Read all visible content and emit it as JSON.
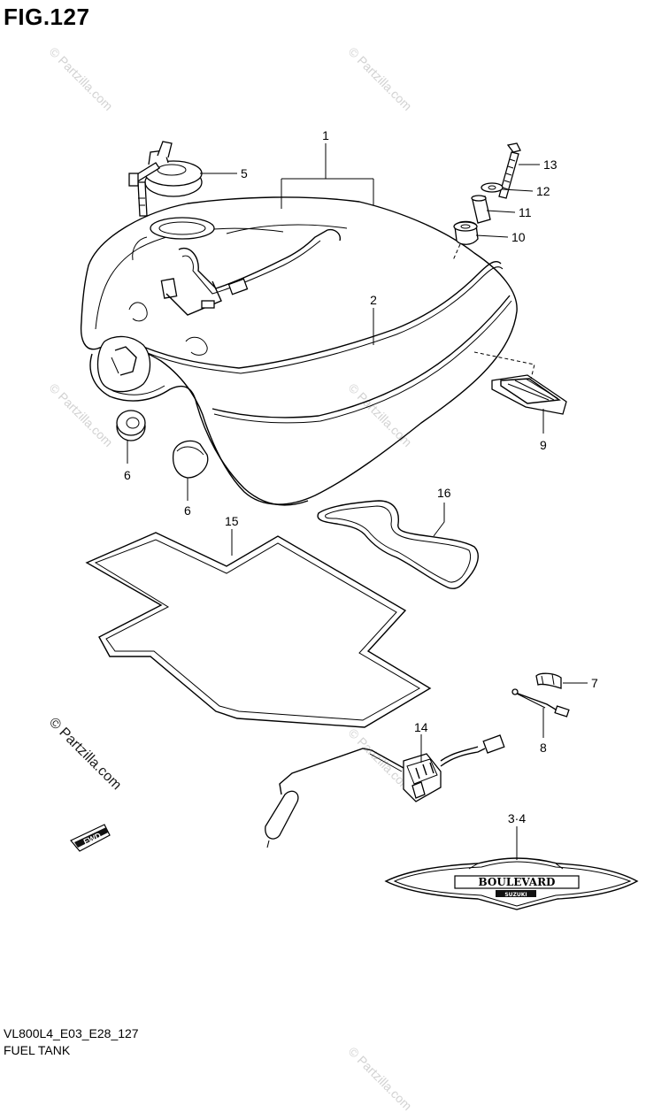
{
  "figure": {
    "title": "FIG.127",
    "code": "VL800L4_E03_E28_127",
    "name": "FUEL TANK"
  },
  "watermarks": {
    "small": "© Partzilla.com",
    "large": "© Partzilla.com"
  },
  "fwd_label": "FWD",
  "emblem_text": {
    "main": "BOULEVARD",
    "sub": "SUZUKI"
  },
  "callouts": {
    "c1": "1",
    "c2": "2",
    "c34": "3·4",
    "c5": "5",
    "c6a": "6",
    "c6b": "6",
    "c7": "7",
    "c8": "8",
    "c9": "9",
    "c10": "10",
    "c11": "11",
    "c12": "12",
    "c13": "13",
    "c14": "14",
    "c15": "15",
    "c16": "16"
  }
}
